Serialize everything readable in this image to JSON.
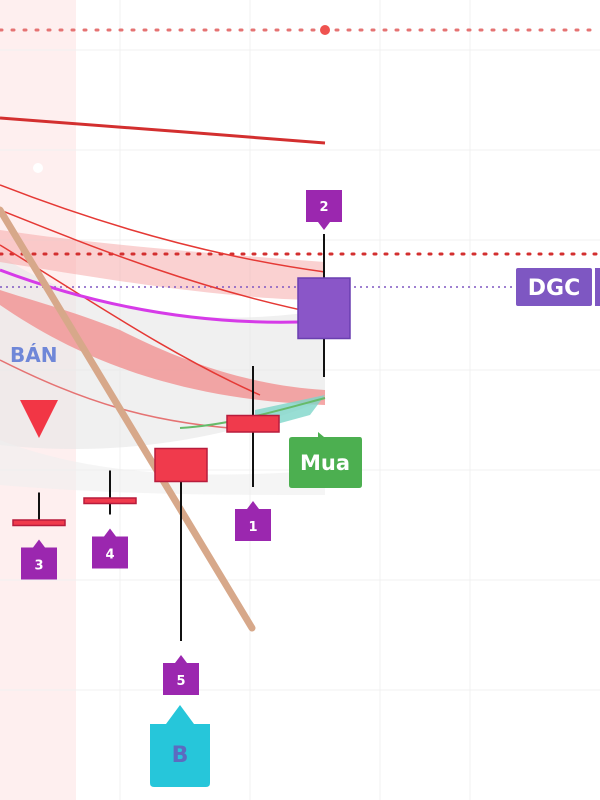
{
  "chart_data": {
    "type": "candlestick",
    "symbol": "DGC",
    "candles": [
      {
        "id": "3",
        "open": 2,
        "close": 1,
        "high": 7,
        "low": 1
      },
      {
        "id": "4",
        "open": 6,
        "close": 5,
        "high": 11,
        "low": 3
      },
      {
        "id": "5",
        "open": 15,
        "close": 9,
        "high": 15,
        "low": -20
      },
      {
        "id": "1",
        "open": 21,
        "close": 18,
        "high": 30,
        "low": 8
      },
      {
        "id": "2",
        "open": 35,
        "close": 46,
        "high": 54,
        "low": 28
      }
    ],
    "price_line_label": "DGC",
    "signals": {
      "sell_label": "BÁN",
      "buy_label": "Mua",
      "b_label": "B"
    },
    "candle_markers": [
      "3",
      "4",
      "5",
      "1",
      "2"
    ],
    "colors": {
      "bull": "#8a56c8",
      "bear": "#f03a4c",
      "marker": "#9b27af",
      "buy": "#4caf50",
      "sell_arrow": "#f23645",
      "sell_text": "#6f87d8",
      "b_marker": "#26c6da",
      "price_label_bg": "#7e57c2"
    }
  }
}
